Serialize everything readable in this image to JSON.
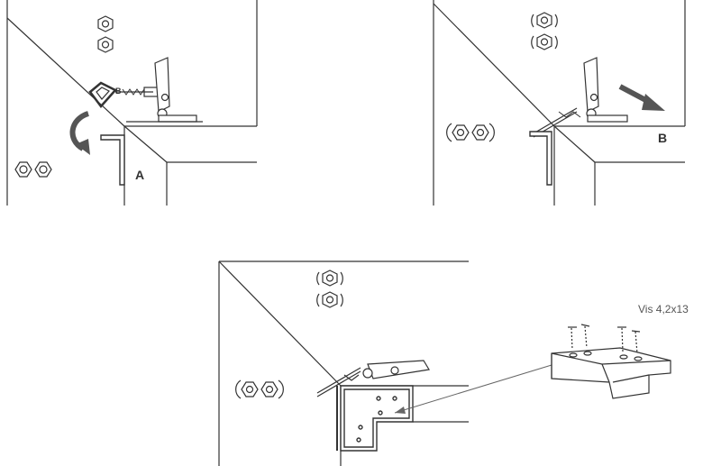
{
  "panel1": {
    "label_a": "A"
  },
  "panel2": {
    "label_b": "B"
  },
  "panel3": {
    "screw_note": "Vis 4,2x13"
  },
  "colors": {
    "line": "#333333",
    "fill": "#ffffff",
    "arrow": "#555555",
    "frame": "#444444"
  },
  "icons": [
    "hex-nut-icon",
    "nut-pair-icon",
    "rotate-nut-icon",
    "curved-arrow-icon",
    "direction-arrow-icon",
    "allen-key-icon",
    "screw-icon"
  ]
}
